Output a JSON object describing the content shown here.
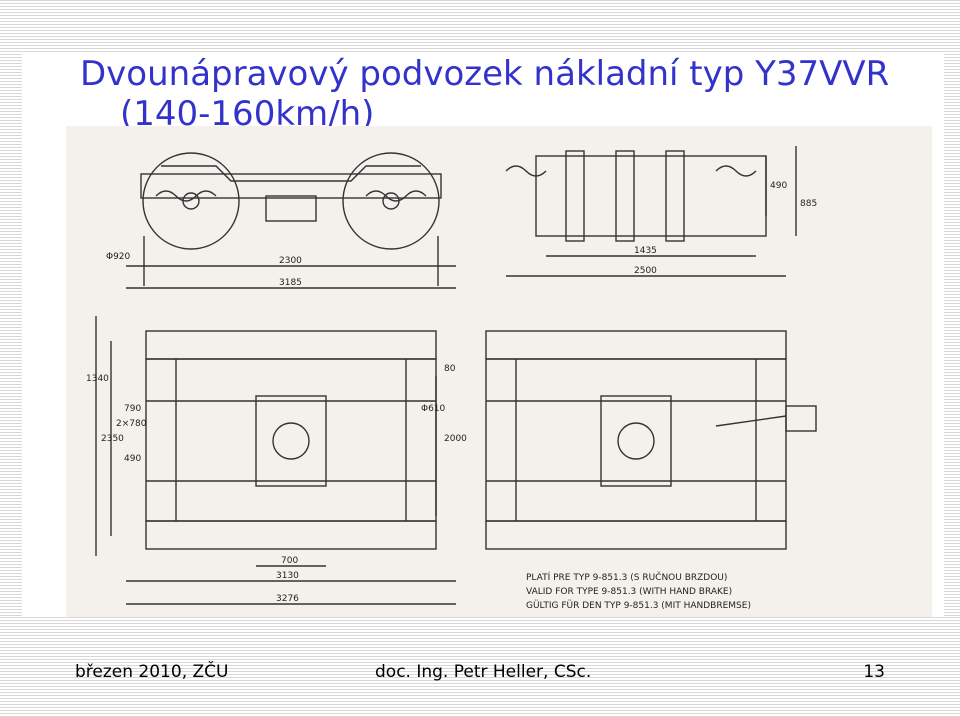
{
  "slide": {
    "title_line1": "Dvounápravový podvozek nákladní typ Y37VVR",
    "title_line2": "(140-160km/h)",
    "accent_color": "#3333cc"
  },
  "drawing": {
    "dimensions": {
      "wheel_diameter": "Φ920",
      "wheelbase": "2300",
      "overall_length": "3185",
      "track": "1435",
      "width_top": "2500",
      "height_490": "490",
      "height_885": "885",
      "dim_1340": "1340",
      "dim_2350": "2350",
      "dim_2x780": "2×780",
      "dim_790": "790",
      "dim_490b": "490",
      "dim_80": "80",
      "dim_610": "Φ610",
      "dim_2000": "2000",
      "dim_700": "700",
      "dim_3130": "3130",
      "dim_3276": "3276"
    },
    "notes": [
      "PLATÍ PRE TYP 9-851.3 (S RUČNOU BRZDOU)",
      "VALID FOR TYPE 9-851.3 (WITH HAND BRAKE)",
      "GÜLTIG FÜR DEN TYP 9-851.3 (MIT HANDBREMSE)"
    ]
  },
  "footer": {
    "date": "březen 2010, ZČU",
    "author": "doc. Ing. Petr Heller, CSc.",
    "page": "13"
  }
}
